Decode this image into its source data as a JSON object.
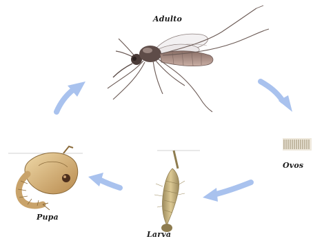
{
  "stages": {
    "adult": {
      "label": "Adulto",
      "icon": "mosquito-icon"
    },
    "eggs": {
      "label": "Ovos",
      "icon": "eggs-icon"
    },
    "larva": {
      "label": "Larva",
      "icon": "larva-icon"
    },
    "pupa": {
      "label": "Pupa",
      "icon": "pupa-icon"
    }
  },
  "colors": {
    "arrow": "#a9c2ee",
    "body_dark": "#5a4a46",
    "wing": "#f3f1f2",
    "larva": "#c8b27a",
    "pupa": "#c9a36a",
    "eggs": "#d7cfbf"
  }
}
